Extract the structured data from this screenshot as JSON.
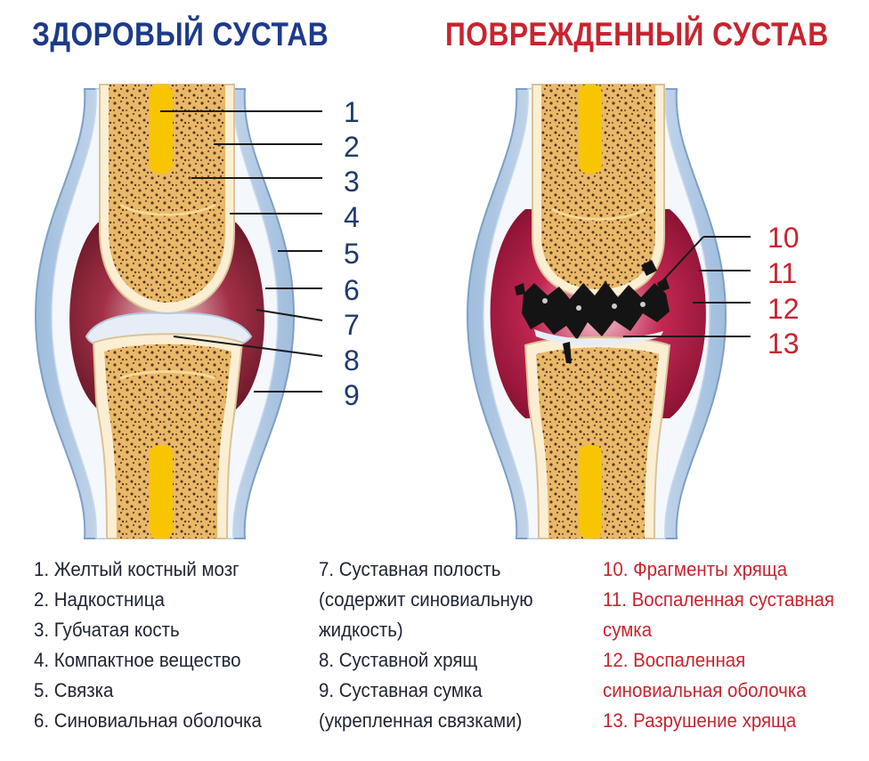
{
  "titles": {
    "healthy": "ЗДОРОВЫЙ СУСТАВ",
    "damaged": "ПОВРЕЖДЕННЫЙ СУСТАВ"
  },
  "numbers_healthy": [
    "1",
    "2",
    "3",
    "4",
    "5",
    "6",
    "7",
    "8",
    "9"
  ],
  "numbers_damaged": [
    "10",
    "11",
    "12",
    "13"
  ],
  "legend": {
    "col1": [
      "1. Желтый костный мозг",
      "2. Надкостница",
      "3. Губчатая кость",
      "4. Компактное вещество",
      "5. Связка",
      "6. Синовиальная оболочка"
    ],
    "col2": [
      "7. Суставная полость",
      "(содержит синовиальную",
      "жидкость)",
      "8. Суставной хрящ",
      "9. Суставная сумка",
      "(укрепленная связками)"
    ],
    "col3": [
      "10. Фрагменты хряща",
      "11. Воспаленная суставная",
      "сумка",
      "12. Воспаленная",
      "синовиальная оболочка",
      "13. Разрушение хряща"
    ]
  },
  "colors": {
    "title_healthy": "#1e3a8a",
    "title_damaged": "#c8242f",
    "bone": "#e9b869",
    "marrow": "#f7c600",
    "synovial_healthy": "#8c2a3a",
    "synovial_inflamed": "#b41e46",
    "cartilage": "#e7edf6",
    "capsule": "#b7cde6"
  }
}
